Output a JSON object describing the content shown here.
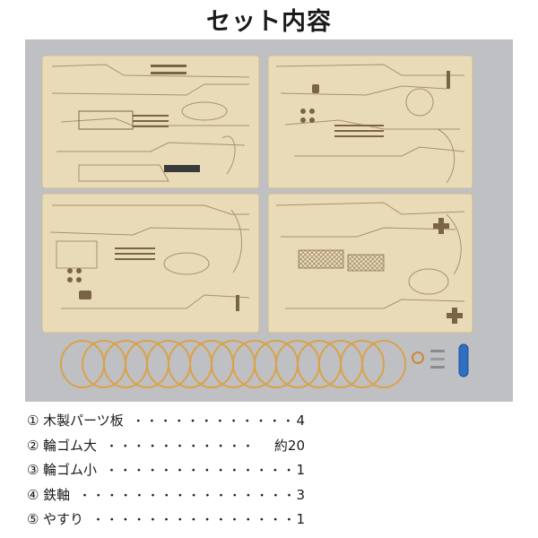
{
  "title": "セット内容",
  "items": [
    {
      "num": "①",
      "name": "木製パーツ板",
      "dots": "・・・・・・・・・・・・",
      "qty": "4"
    },
    {
      "num": "②",
      "name": "輪ゴム大",
      "dots": "・・・・・・・・・・・",
      "qty": "約20"
    },
    {
      "num": "③",
      "name": "輪ゴム小",
      "dots": "・・・・・・・・・・・・・・",
      "qty": "1"
    },
    {
      "num": "④",
      "name": "鉄軸",
      "dots": "・・・・・・・・・・・・・・・・",
      "qty": "3"
    },
    {
      "num": "⑤",
      "name": "やすり",
      "dots": "・・・・・・・・・・・・・・・",
      "qty": "1"
    }
  ],
  "colors": {
    "background": "#bfc0c3",
    "wood": "#eadbb8",
    "engraving": "#a8906a",
    "rubber_band": "#d9a24a",
    "file": "#2e6fc2"
  }
}
